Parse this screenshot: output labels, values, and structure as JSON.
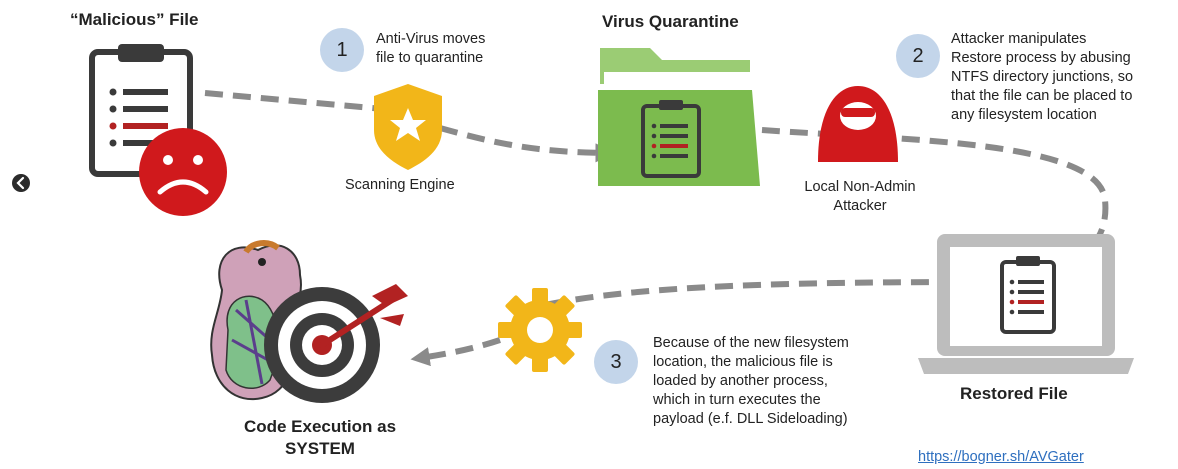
{
  "titles": {
    "malicious_file": "“Malicious” File",
    "virus_quarantine": "Virus Quarantine",
    "restored_file": "Restored File",
    "code_execution": "Code Execution as\nSYSTEM"
  },
  "labels": {
    "scanning_engine": "Scanning Engine",
    "attacker": "Local Non-Admin\nAttacker"
  },
  "steps": [
    {
      "number": "1",
      "text": "Anti-Virus moves\nfile to quarantine"
    },
    {
      "number": "2",
      "text": "Attacker manipulates\nRestore process by abusing\nNTFS directory junctions, so\nthat the file can be placed to\nany filesystem location"
    },
    {
      "number": "3",
      "text": "Because of the new filesystem\nlocation, the malicious file is\nloaded by another process,\nwhich in turn executes the\npayload (e.f. DLL Sideloading)"
    }
  ],
  "link": "https://bogner.sh/AVGater",
  "colors": {
    "arrow": "#8a8a8a",
    "clipboard": "#3a3a3a",
    "sad_face": "#d0191c",
    "shield": "#f2b619",
    "folder": "#7cbb4e",
    "attacker": "#d0191c",
    "laptop": "#bdbdbd",
    "gear": "#f2b619",
    "target": "#3c3c3c",
    "step_circle": "#c3d5ea"
  },
  "icons": [
    "clipboard-icon",
    "sad-face-icon",
    "shield-star-icon",
    "folder-icon",
    "hooded-attacker-icon",
    "laptop-icon",
    "gear-icon",
    "target-arrow-icon",
    "mascot-icon",
    "back-arrow-icon"
  ]
}
